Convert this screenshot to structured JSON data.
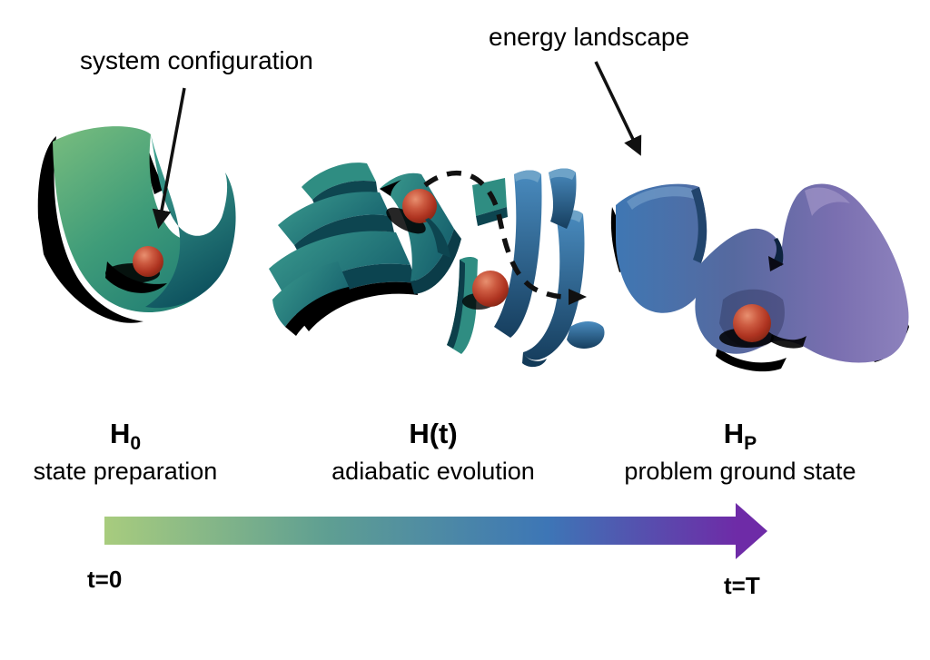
{
  "figure": {
    "annotations": {
      "system_configuration": {
        "label": "system configuration"
      },
      "energy_landscape": {
        "label": "energy landscape"
      }
    },
    "stages": [
      {
        "symbol": "H",
        "subscript": "0",
        "caption": "state preparation",
        "surface_colors": [
          "#6fb475",
          "#2a8a7b"
        ],
        "marker": "red-ball"
      },
      {
        "symbol": "H(t)",
        "subscript": "",
        "caption": "adiabatic evolution",
        "surface_colors": [
          "#35968a",
          "#3c7cae"
        ],
        "marker": "red-balls-dashed-trajectory"
      },
      {
        "symbol": "H",
        "subscript": "P",
        "caption": "problem ground state",
        "surface_colors": [
          "#3f77b3",
          "#8a80bb"
        ],
        "marker": "red-ball"
      }
    ],
    "timeline": {
      "start_label": "t=0",
      "end_label": "t=T",
      "gradient_colors": [
        "#a8cc7e",
        "#5f9f92",
        "#3d76b6",
        "#6e2ba7"
      ]
    },
    "colors": {
      "ball": "#c0402d",
      "text": "#000000",
      "background": "#ffffff"
    }
  }
}
